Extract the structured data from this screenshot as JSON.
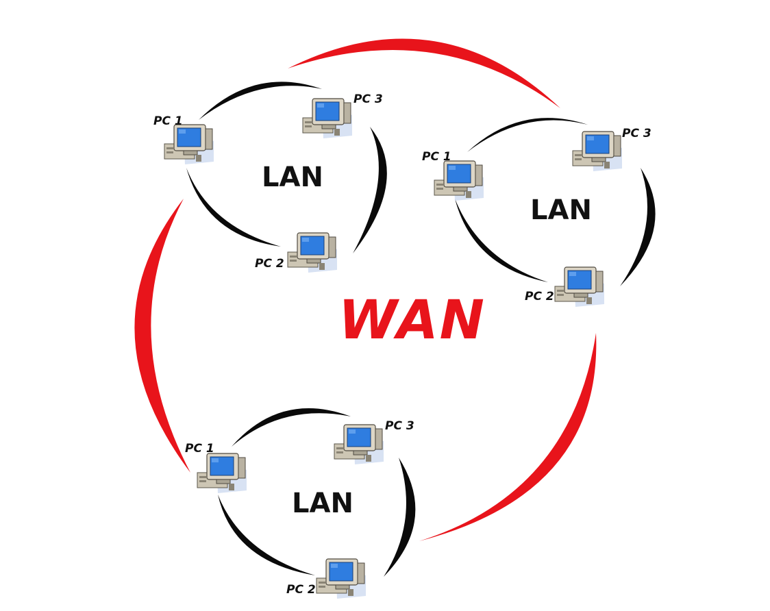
{
  "diagram": {
    "wan_label": "WAN",
    "colors": {
      "wan_link": "#e8141b",
      "lan_ring": "#0a0a0a",
      "monitor_screen": "#2f7de0",
      "pc_case": "#d9d3c4",
      "background": "#ffffff"
    },
    "lans": [
      {
        "label": "LAN",
        "pcs": [
          "PC 1",
          "PC 2",
          "PC 3"
        ]
      },
      {
        "label": "LAN",
        "pcs": [
          "PC 1",
          "PC 2",
          "PC 3"
        ]
      },
      {
        "label": "LAN",
        "pcs": [
          "PC 1",
          "PC 2",
          "PC 3"
        ]
      }
    ],
    "icons": {
      "computer": "desktop-computer-icon"
    }
  }
}
